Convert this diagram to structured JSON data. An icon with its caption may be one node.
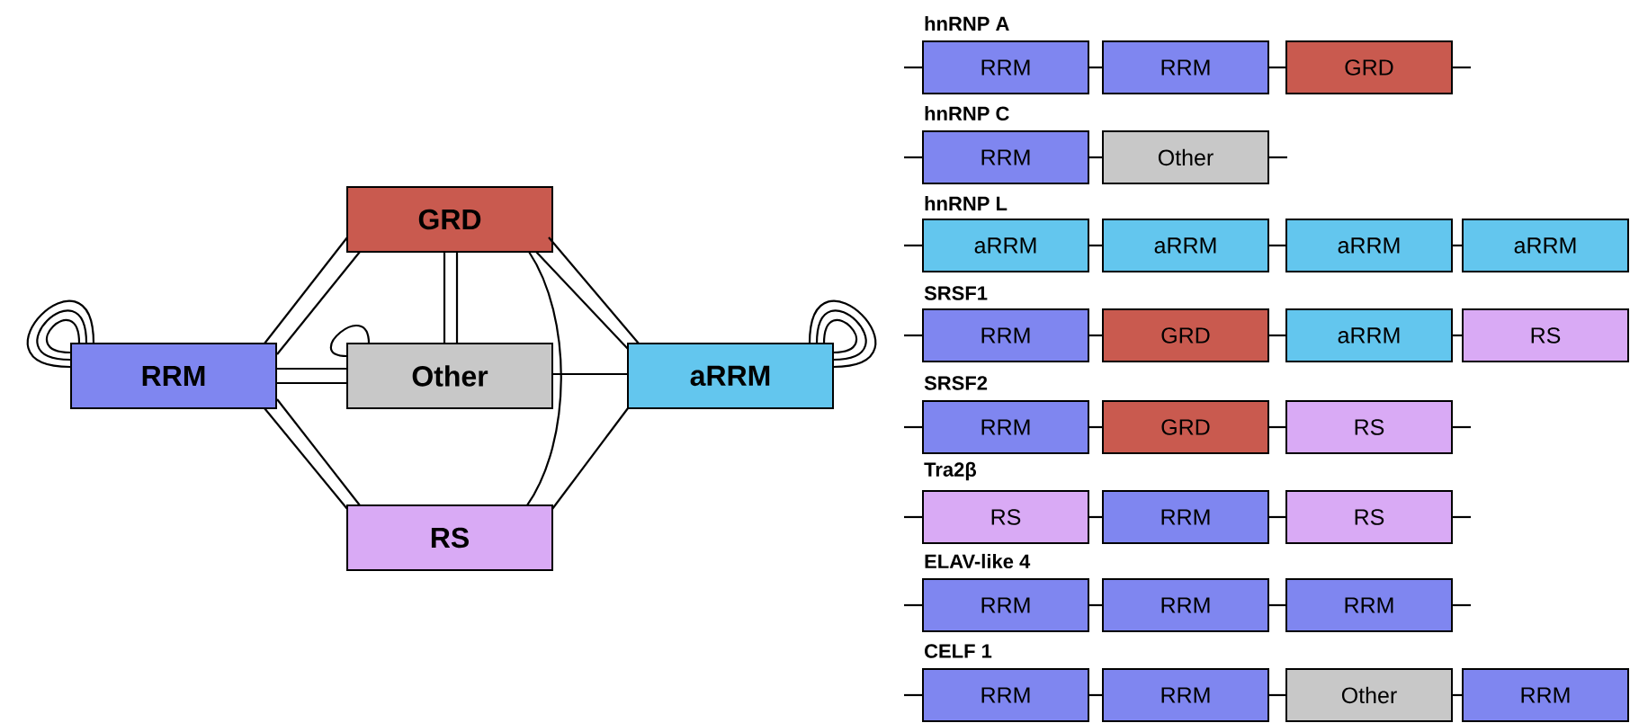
{
  "diagram": {
    "nodes": [
      {
        "text": [
          "GRD"
        ]
      },
      {
        "text": [
          "RRM"
        ]
      },
      {
        "text": [
          "Other"
        ]
      },
      {
        "text": [
          "aRRM"
        ]
      },
      {
        "text": [
          "RS"
        ]
      },
      {
        "text": [
          "RRM"
        ]
      },
      {
        "text": [
          "RRM"
        ]
      },
      {
        "text": [
          "GRD"
        ]
      },
      {
        "text": [
          "RRM"
        ]
      },
      {
        "text": [
          "Other"
        ]
      },
      {
        "text": [
          "aRRM"
        ]
      },
      {
        "text": [
          "aRRM"
        ]
      },
      {
        "text": [
          "aRRM"
        ]
      },
      {
        "text": [
          "aRRM"
        ]
      },
      {
        "text": [
          "RRM"
        ]
      },
      {
        "text": [
          "GRD"
        ]
      },
      {
        "text": [
          "aRRM"
        ]
      },
      {
        "text": [
          "RS"
        ]
      },
      {
        "text": [
          "RRM"
        ]
      },
      {
        "text": [
          "GRD"
        ]
      },
      {
        "text": [
          "RS"
        ]
      },
      {
        "text": [
          "RS"
        ]
      },
      {
        "text": [
          "RRM"
        ]
      },
      {
        "text": [
          "RS"
        ]
      },
      {
        "text": [
          "RRM"
        ]
      },
      {
        "text": [
          "RRM"
        ]
      },
      {
        "text": [
          "RRM"
        ]
      },
      {
        "text": [
          "RRM"
        ]
      },
      {
        "text": [
          "RRM"
        ]
      },
      {
        "text": [
          "Other"
        ]
      },
      {
        "text": [
          "RRM"
        ]
      }
    ],
    "edges": [
      {
        "from": 1,
        "to": 1,
        "arrow": "none"
      },
      {
        "from": 1,
        "to": 1,
        "arrow": "none"
      },
      {
        "from": 1,
        "to": 1,
        "arrow": "none"
      },
      {
        "from": 1,
        "to": 0,
        "arrow": "none"
      },
      {
        "from": 1,
        "to": 0,
        "arrow": "none"
      },
      {
        "from": 1,
        "to": 2,
        "arrow": "none"
      },
      {
        "from": 1,
        "to": 2,
        "arrow": "none"
      },
      {
        "from": 1,
        "to": 4,
        "arrow": "none"
      },
      {
        "from": 1,
        "to": 4,
        "arrow": "none"
      },
      {
        "from": 0,
        "to": 2,
        "arrow": "none"
      },
      {
        "from": 0,
        "to": 2,
        "arrow": "none"
      },
      {
        "from": 2,
        "to": 2,
        "arrow": "none"
      },
      {
        "from": 0,
        "to": 3,
        "arrow": "none"
      },
      {
        "from": 0,
        "to": 3,
        "arrow": "none"
      },
      {
        "from": 0,
        "to": 4,
        "arrow": "none"
      },
      {
        "from": 2,
        "to": 3,
        "arrow": "none"
      },
      {
        "from": 3,
        "to": 4,
        "arrow": "none"
      },
      {
        "from": 3,
        "to": 3,
        "arrow": "none"
      },
      {
        "from": 3,
        "to": 3,
        "arrow": "none"
      },
      {
        "from": 3,
        "to": 3,
        "arrow": "none"
      },
      {
        "from": null,
        "to": 5,
        "arrow": "none"
      },
      {
        "from": 5,
        "to": 6,
        "arrow": "none"
      },
      {
        "from": 6,
        "to": 7,
        "arrow": "none"
      },
      {
        "from": 7,
        "to": null,
        "arrow": "none"
      },
      {
        "from": null,
        "to": 8,
        "arrow": "none"
      },
      {
        "from": 8,
        "to": 9,
        "arrow": "none"
      },
      {
        "from": 9,
        "to": null,
        "arrow": "none"
      },
      {
        "from": null,
        "to": 10,
        "arrow": "none"
      },
      {
        "from": 10,
        "to": 11,
        "arrow": "none"
      },
      {
        "from": 11,
        "to": 12,
        "arrow": "none"
      },
      {
        "from": 12,
        "to": 13,
        "arrow": "none"
      },
      {
        "from": null,
        "to": 14,
        "arrow": "none"
      },
      {
        "from": 14,
        "to": 15,
        "arrow": "none"
      },
      {
        "from": 15,
        "to": 16,
        "arrow": "none"
      },
      {
        "from": 16,
        "to": 17,
        "arrow": "none"
      },
      {
        "from": null,
        "to": 18,
        "arrow": "none"
      },
      {
        "from": 18,
        "to": 19,
        "arrow": "none"
      },
      {
        "from": 19,
        "to": 20,
        "arrow": "none"
      },
      {
        "from": 20,
        "to": null,
        "arrow": "none"
      },
      {
        "from": null,
        "to": 21,
        "arrow": "none"
      },
      {
        "from": 21,
        "to": 22,
        "arrow": "none"
      },
      {
        "from": 22,
        "to": 23,
        "arrow": "none"
      },
      {
        "from": 23,
        "to": null,
        "arrow": "none"
      },
      {
        "from": null,
        "to": 24,
        "arrow": "none"
      },
      {
        "from": 24,
        "to": 25,
        "arrow": "none"
      },
      {
        "from": 25,
        "to": 26,
        "arrow": "none"
      },
      {
        "from": 26,
        "to": null,
        "arrow": "none"
      },
      {
        "from": null,
        "to": 27,
        "arrow": "none"
      },
      {
        "from": 27,
        "to": 28,
        "arrow": "none"
      },
      {
        "from": 28,
        "to": 29,
        "arrow": "none"
      },
      {
        "from": 29,
        "to": 30,
        "arrow": "none"
      }
    ],
    "labels": [
      "hnRNP A",
      "hnRNP C",
      "hnRNP L",
      "SRSF1",
      "SRSF2",
      "Tra2β",
      "ELAV-like 4",
      "CELF 1"
    ]
  }
}
